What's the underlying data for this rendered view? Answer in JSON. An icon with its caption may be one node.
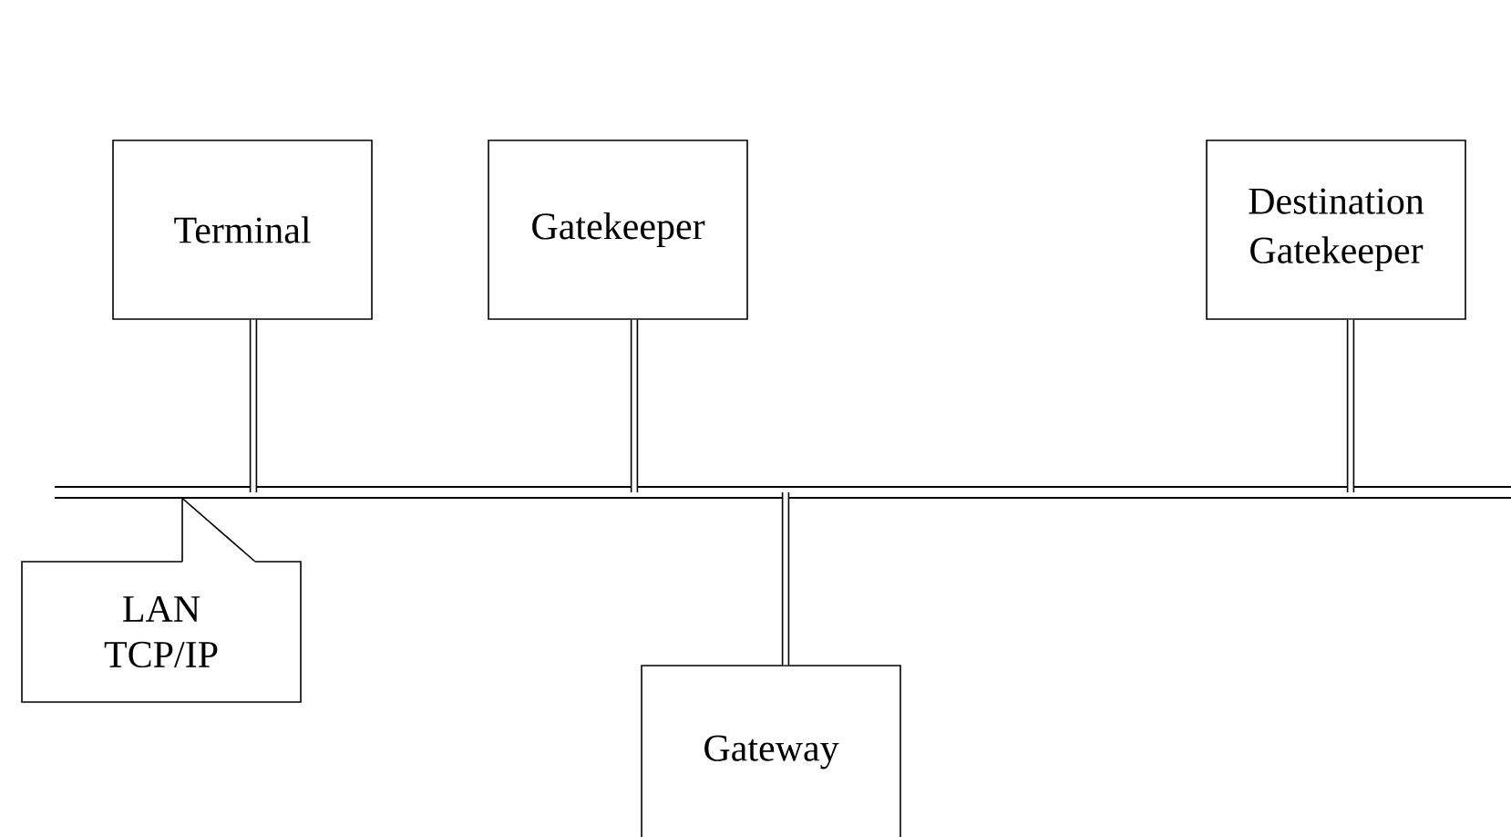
{
  "diagram": {
    "nodes": [
      {
        "text": [
          "Terminal"
        ]
      },
      {
        "text": [
          "Gatekeeper"
        ]
      },
      {
        "text": [
          "Destination Gatekeeper"
        ]
      },
      {
        "text": [],
        "shape": "bar"
      },
      {
        "text": [
          "Gateway"
        ]
      },
      {
        "text": [
          "LAN TCP/IP"
        ]
      }
    ],
    "edges": [
      {
        "from": 0,
        "to": 3,
        "arrow": "none"
      },
      {
        "from": 1,
        "to": 3,
        "arrow": "none"
      },
      {
        "from": 2,
        "to": 3,
        "arrow": "none"
      },
      {
        "from": 3,
        "to": 4,
        "arrow": "none"
      },
      {
        "from": 5,
        "to": 3,
        "arrow": "none"
      }
    ]
  }
}
